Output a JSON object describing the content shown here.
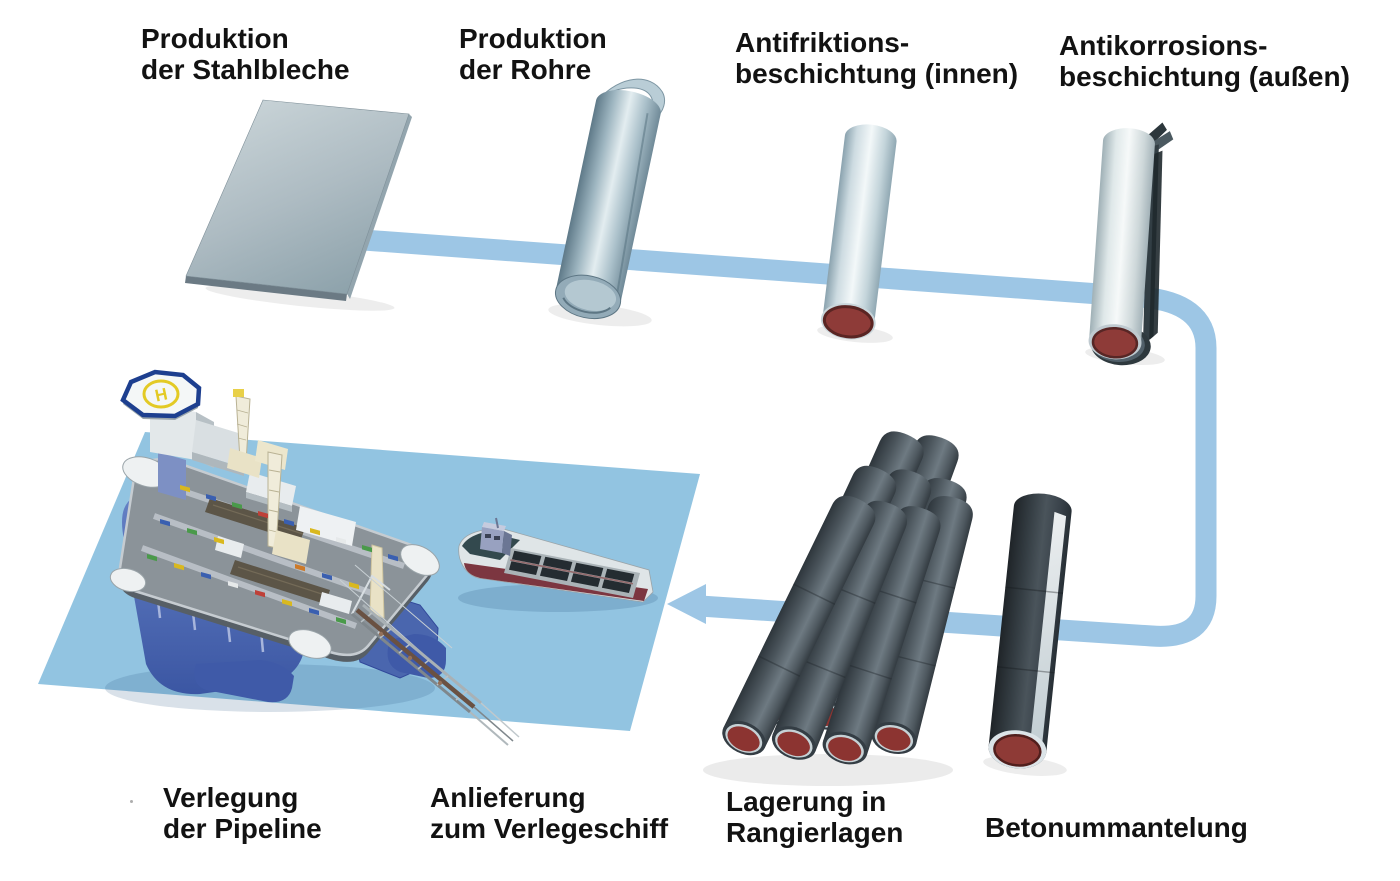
{
  "diagram": {
    "helipad_letter": "H",
    "stages": [
      {
        "id": "produktion-stahlbleche",
        "line1": "Produktion",
        "line2": "der Stahlbleche"
      },
      {
        "id": "produktion-rohre",
        "line1": "Produktion",
        "line2": "der Rohre"
      },
      {
        "id": "antifriktionsbeschichtung-innen",
        "line1": "Antifriktions-",
        "line2": "beschichtung (innen)"
      },
      {
        "id": "antikorrosionsbeschichtung-aussen",
        "line1": "Antikorrosions-",
        "line2": "beschichtung (außen)"
      },
      {
        "id": "betonummantelung",
        "line1": "Betonummantelung",
        "line2": ""
      },
      {
        "id": "lagerung-in-rangierlagen",
        "line1": "Lagerung in",
        "line2": "Rangierlagen"
      },
      {
        "id": "anlieferung-zum-verlegeschiff",
        "line1": "Anlieferung",
        "line2": "zum Verlegeschiff"
      },
      {
        "id": "verlegung-der-pipeline",
        "line1": "Verlegung",
        "line2": "der Pipeline"
      }
    ],
    "colors": {
      "flow_line": "#9dc6e5",
      "water": "#8ec2e0",
      "label_text": "#121212",
      "pipe_interior_red": "#8e3b38",
      "concrete_coating_gray": "#454f56",
      "steel_sheet_gray": "#aebcc2",
      "vessel_hull_blue": "#4a67b2",
      "helipad_border_navy": "#1d3f8f",
      "helipad_marking_yellow": "#e3ca25",
      "cargo_hull_maroon": "#7c3640"
    }
  }
}
